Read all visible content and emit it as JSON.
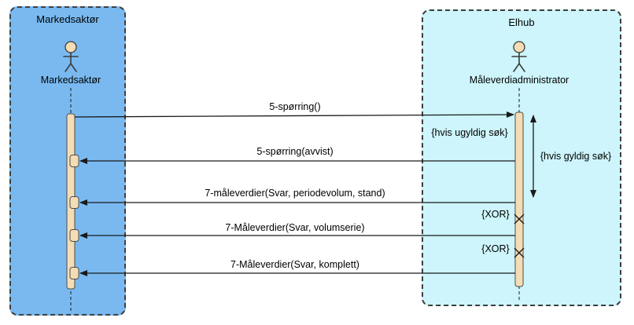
{
  "diagram": {
    "left_participant": {
      "title": "Markedsaktør",
      "actor_label": "Markedsaktør"
    },
    "right_participant": {
      "title": "Elhub",
      "actor_label": "Måleverdiadministrator"
    },
    "messages": [
      {
        "label": "5-spørring()",
        "direction": "left-to-right"
      },
      {
        "label": "5-spørring(avvist)",
        "direction": "right-to-left"
      },
      {
        "label": "7-måleverdier(Svar, periodevolum, stand)",
        "direction": "right-to-left"
      },
      {
        "label": "7-Måleverdier(Svar, volumserie)",
        "direction": "right-to-left"
      },
      {
        "label": "7-Måleverdier(Svar, komplett)",
        "direction": "right-to-left"
      }
    ],
    "guards": {
      "invalid_search": "{hvis ugyldig søk}",
      "valid_search": "{hvis gyldig søk}",
      "xor_1": "{XOR}",
      "xor_2": "{XOR}"
    },
    "colors": {
      "left_box_fill": "#79b9f0",
      "right_box_fill": "#cdf5fb",
      "box_border": "#3f3f3f",
      "activation_fill": "#f4ddb5",
      "activation_border": "#4d4d4d",
      "line_color": "#1a1a1a"
    }
  }
}
